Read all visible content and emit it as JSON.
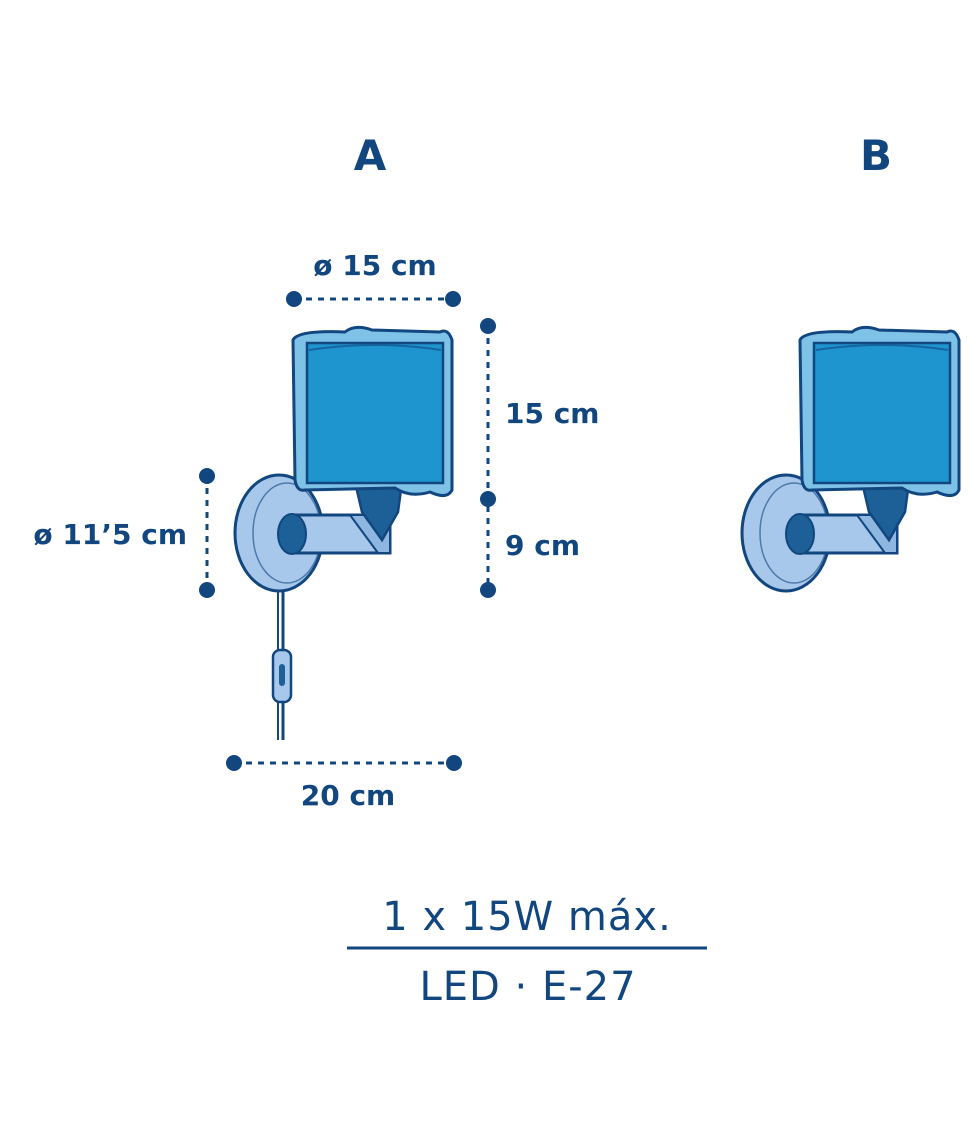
{
  "variants": {
    "a_label": "A",
    "b_label": "B"
  },
  "dimensions": {
    "shade_diameter": "ø 15 cm",
    "shade_height": "15 cm",
    "arm_height": "9 cm",
    "base_diameter": "ø 11’5 cm",
    "depth": "20 cm"
  },
  "spec": {
    "power": "1 x 15W máx.",
    "bulb": "LED · E-27"
  },
  "colors": {
    "ink": "#12467f",
    "shade": "#1e95cf",
    "shade_light": "#7fc2e8",
    "base": "#a7c8eb",
    "socket": "#1d5f97"
  }
}
